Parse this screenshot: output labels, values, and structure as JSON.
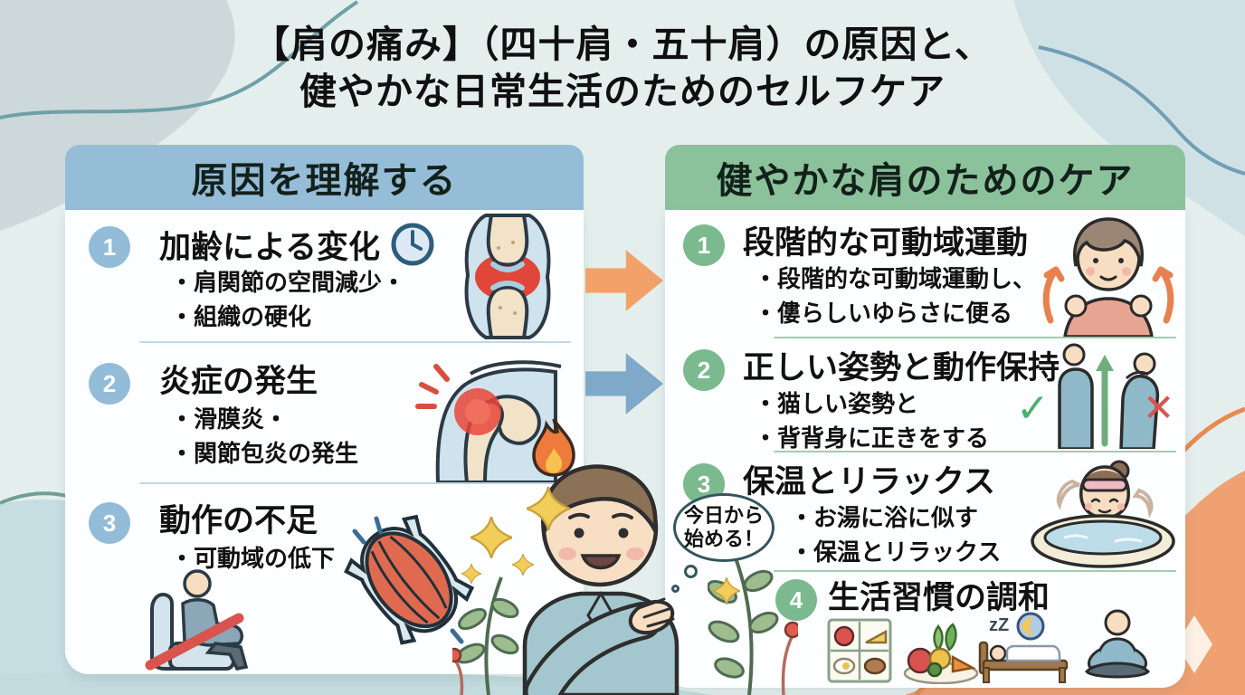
{
  "title": {
    "line1": "【肩の痛み】（四十肩・五十肩）の原因と、",
    "line2": "健やかな日常生活のためのセルフケア"
  },
  "left_panel": {
    "header": "原因を理解する",
    "items": [
      {
        "num": "1",
        "title": "加齢による変化",
        "bullets": [
          "・肩関節の空間減少・",
          "・組織の硬化"
        ]
      },
      {
        "num": "2",
        "title": "炎症の発生",
        "bullets": [
          "・滑膜炎・",
          "・関節包炎の発生"
        ]
      },
      {
        "num": "3",
        "title": "動作の不足",
        "bullets": [
          "・可動域の低下"
        ]
      }
    ]
  },
  "right_panel": {
    "header": "健やかな肩のためのケア",
    "items": [
      {
        "num": "1",
        "title": "段階的な可動域運動",
        "bullets": [
          "・段階的な可動域運動し、",
          "・僂らしいゆらさに便る"
        ]
      },
      {
        "num": "2",
        "title": "正しい姿勢と動作保持",
        "bullets": [
          "・猫しい姿勢と",
          "・背背身に正きをする"
        ]
      },
      {
        "num": "3",
        "title": "保温とリラックス",
        "bullets": [
          "・お湯に浴に似す",
          "・保温とリラックス"
        ]
      },
      {
        "num": "4",
        "title": "生活習慣の調和",
        "bullets": []
      }
    ]
  },
  "speech_bubble": {
    "line1": "今日から",
    "line2": "始める！"
  },
  "icons": {
    "check": "✓",
    "cross": "✕",
    "sleep_zzz": "zZ"
  },
  "colors": {
    "left_header": "#95bdd8",
    "right_header": "#8cc29b",
    "left_number": "#93bcd8",
    "right_number": "#7bba8e",
    "arrow_orange": "#f2a269",
    "arrow_blue": "#80a9c9",
    "inflammation_red": "#e0523f",
    "background": "#e4efed",
    "blob_orange": "#efa173"
  }
}
